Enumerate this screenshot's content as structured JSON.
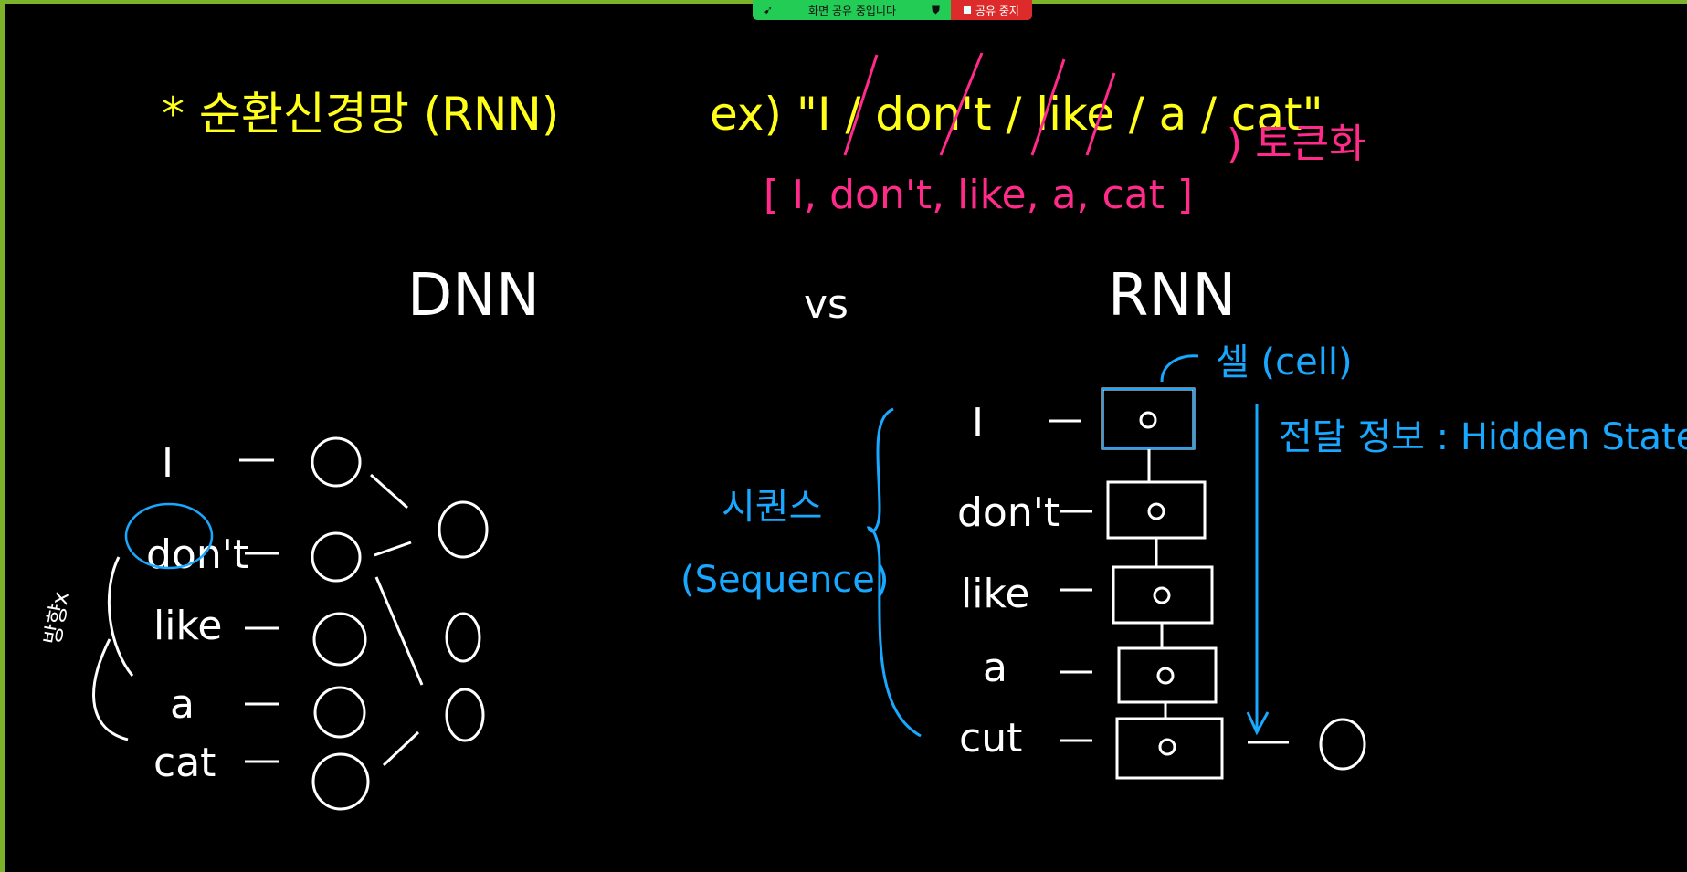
{
  "share_bar": {
    "status": "화면 공유 중입니다",
    "stop_label": "공유 중지"
  },
  "colors": {
    "yellow": "#ffff1a",
    "pink": "#ff2a8a",
    "white": "#ffffff",
    "blue": "#19a8ff",
    "green": "#22cc55",
    "red": "#dd2a2a"
  },
  "title": "* 순환신경망 (RNN)",
  "example": "ex) \"I / don't / like / a / cat\"",
  "tokens": "[ I, don't, like, a, cat ]",
  "tokenize_label": ") 토큰화",
  "dnn_label": "DNN",
  "vs_label": "vs",
  "rnn_label": "RNN",
  "dnn_words": [
    "I",
    "don't",
    "like",
    "a",
    "cat"
  ],
  "direction_note": "방향x",
  "rnn_words": [
    "I",
    "don't",
    "like",
    "a",
    "cut"
  ],
  "cell_label": "셀 (cell)",
  "hidden_state_label": "전달 정보 : Hidden State",
  "sequence_korean": "시퀀스",
  "sequence_label": "(Sequence)"
}
